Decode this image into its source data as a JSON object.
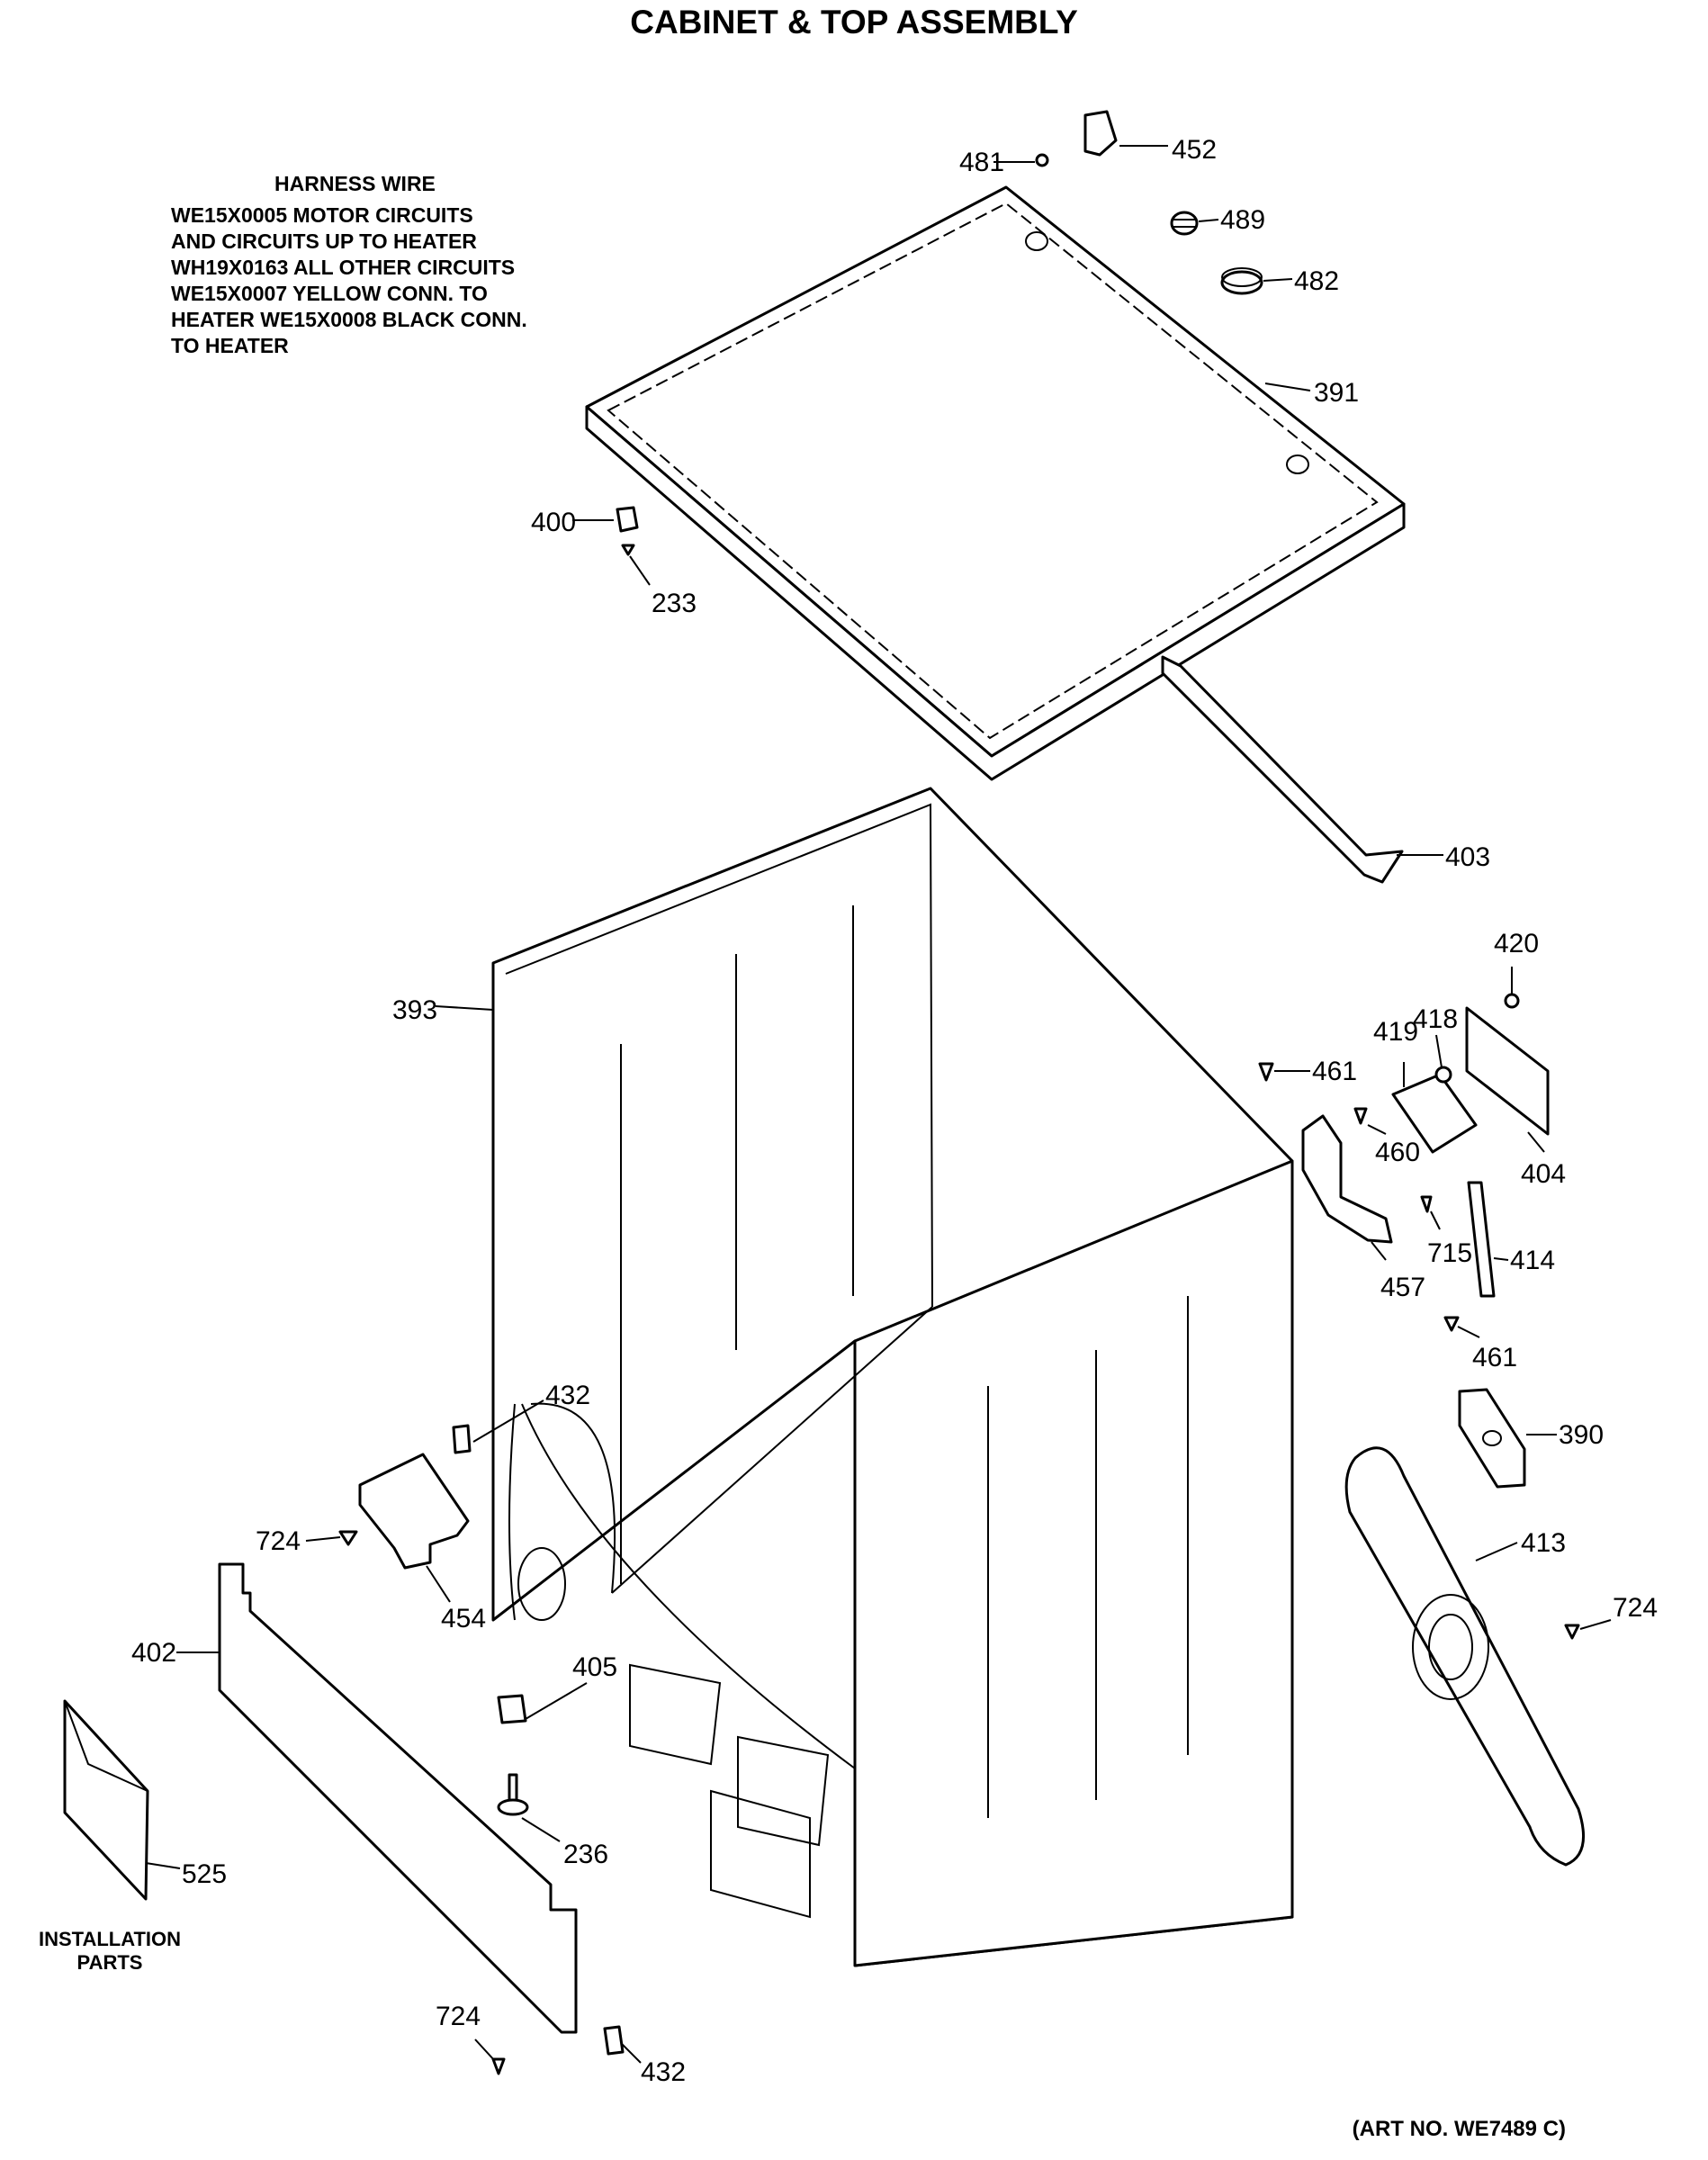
{
  "title": "CABINET & TOP ASSEMBLY",
  "harness_note": {
    "title": "HARNESS WIRE",
    "lines": [
      "WE15X0005 MOTOR CIRCUITS",
      "AND CIRCUITS UP TO HEATER",
      "WH19X0163 ALL OTHER CIRCUITS",
      "WE15X0007 YELLOW CONN. TO",
      "HEATER WE15X0008 BLACK CONN.",
      "TO HEATER"
    ]
  },
  "labels": {
    "p481": "481",
    "p452": "452",
    "p489": "489",
    "p482": "482",
    "p391": "391",
    "p400": "400",
    "p233": "233",
    "p403": "403",
    "p420": "420",
    "p393": "393",
    "p419": "419",
    "p418": "418",
    "p461a": "461",
    "p460": "460",
    "p404": "404",
    "p715": "715",
    "p414": "414",
    "p457": "457",
    "p461b": "461",
    "p390": "390",
    "p432a": "432",
    "p724a": "724",
    "p454": "454",
    "p413": "413",
    "p724b": "724",
    "p402": "402",
    "p405": "405",
    "p236": "236",
    "p525": "525",
    "p724c": "724",
    "p432b": "432"
  },
  "installation_label": [
    "INSTALLATION",
    "PARTS"
  ],
  "art_no": "(ART NO. WE7489 C)"
}
